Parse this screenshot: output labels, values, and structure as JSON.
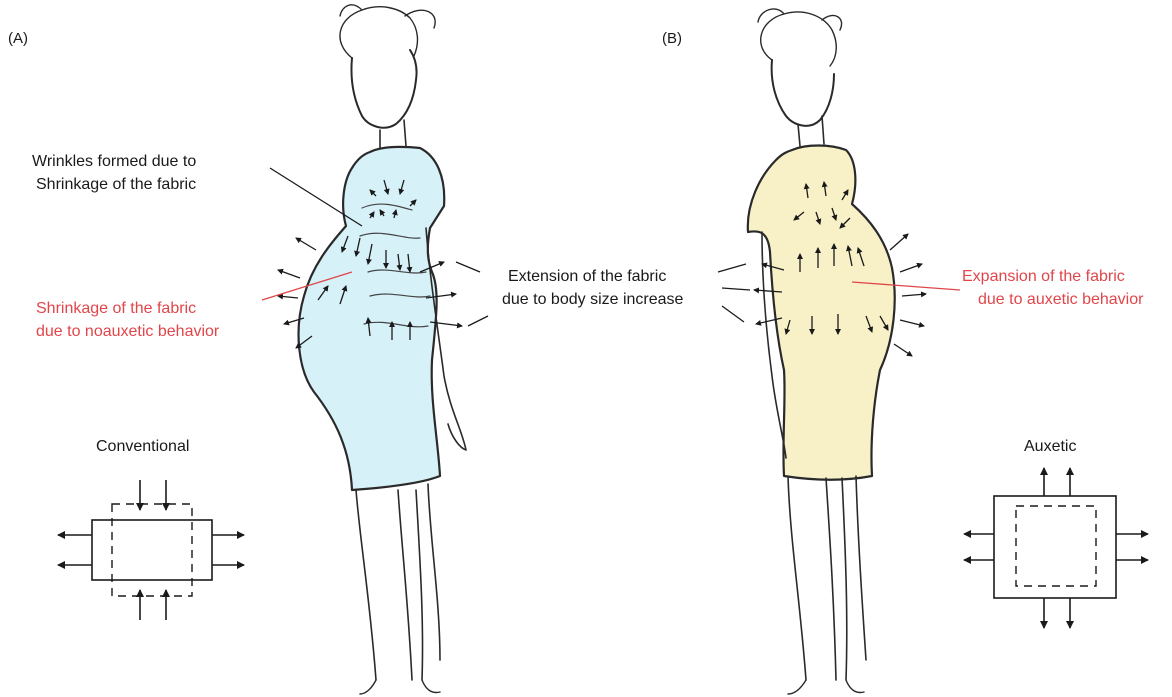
{
  "panels": {
    "a_tag": "(A)",
    "b_tag": "(B)"
  },
  "labels": {
    "wrinkles_line1": "Wrinkles formed due to",
    "wrinkles_line2": "Shrinkage of the fabric",
    "shrinkage_line1": "Shrinkage of the fabric",
    "shrinkage_line2": "due to noauxetic behavior",
    "extension_line1": "Extension of the fabric",
    "extension_line2": "due to body size increase",
    "expansion_line1": "Expansion of the fabric",
    "expansion_line2": "due to auxetic behavior",
    "conventional": "Conventional",
    "auxetic": "Auxetic"
  },
  "colors": {
    "dress_a": "#d6f1f8",
    "dress_b": "#f8f1c8",
    "outline": "#2a2a2a",
    "annotation_red": "#e0464a"
  }
}
